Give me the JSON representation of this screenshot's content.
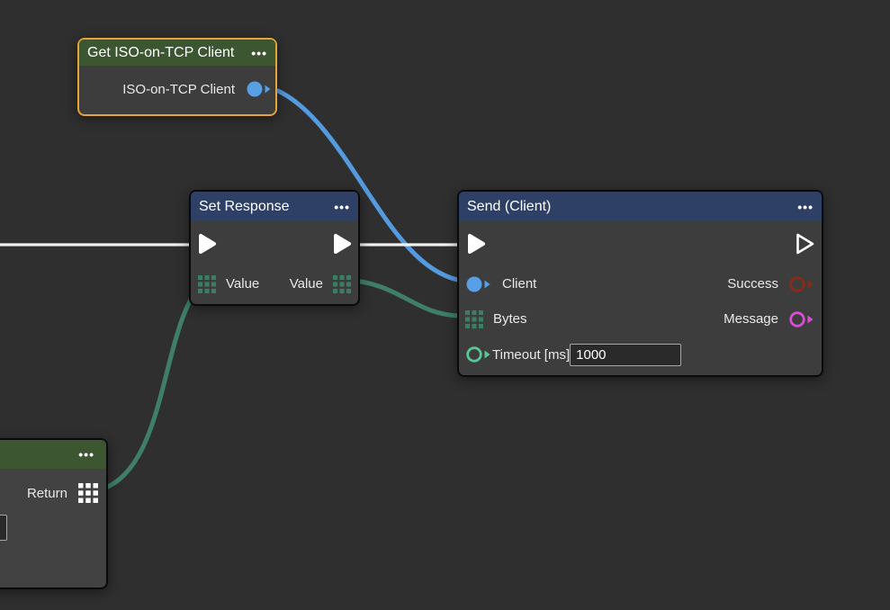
{
  "colors": {
    "canvas_bg": "#2f2f2f",
    "node_body": "#3d3d3d",
    "node_body_alt": "#424242",
    "node_border": "#0a0a0a",
    "selected_border": "#e4a43a",
    "header_green": "#3c5631",
    "header_blue": "#2e4066",
    "port_blue": "#57a0e5",
    "port_grid_teal": "#3a7f64",
    "port_mint": "#57c795",
    "port_red": "#8c2a1a",
    "port_magenta": "#d94fd4",
    "port_white": "#ffffff",
    "edge_blue": "#549ade",
    "edge_teal": "#3f7f6a",
    "edge_flow_white": "#f2f2f2",
    "label_color": "#e9e9e9"
  },
  "icons": {
    "menu_dots": "•••"
  },
  "nodes": {
    "get_client": {
      "title": "Get ISO-on-TCP Client",
      "client_output_label": "ISO-on-TCP Client"
    },
    "set_response": {
      "title": "Set Response",
      "value_input_label": "Value",
      "value_output_label": "Value"
    },
    "send_client": {
      "title": "Send (Client)",
      "client_input_label": "Client",
      "bytes_input_label": "Bytes",
      "timeout_input_label": "Timeout [ms]",
      "timeout_value": "1000",
      "success_output_label": "Success",
      "message_output_label": "Message"
    },
    "return_node": {
      "return_output_label": "Return"
    }
  }
}
